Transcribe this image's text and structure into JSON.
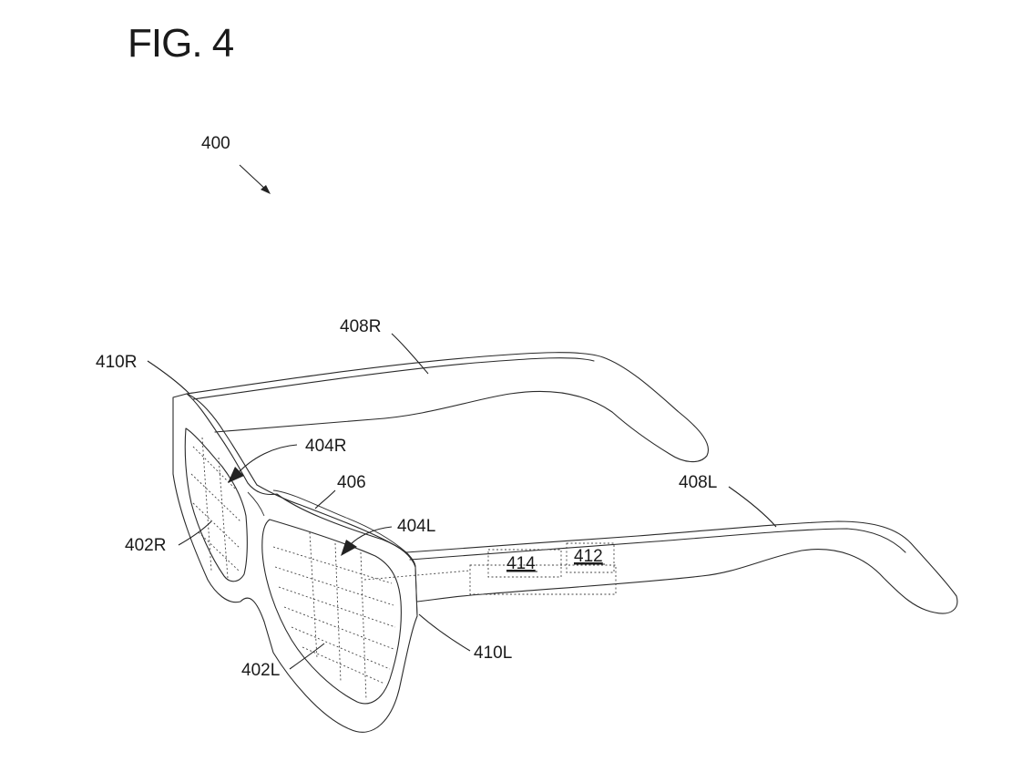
{
  "figure": {
    "title": "FIG. 4"
  },
  "labels": {
    "device": "400",
    "arm_right": "408R",
    "hinge_right": "410R",
    "display_region_right": "404R",
    "bridge": "406",
    "display_region_left": "404L",
    "lens_right": "402R",
    "lens_left": "402L",
    "hinge_left": "410L",
    "arm_left": "408L",
    "component_414": "414",
    "component_412": "412"
  }
}
